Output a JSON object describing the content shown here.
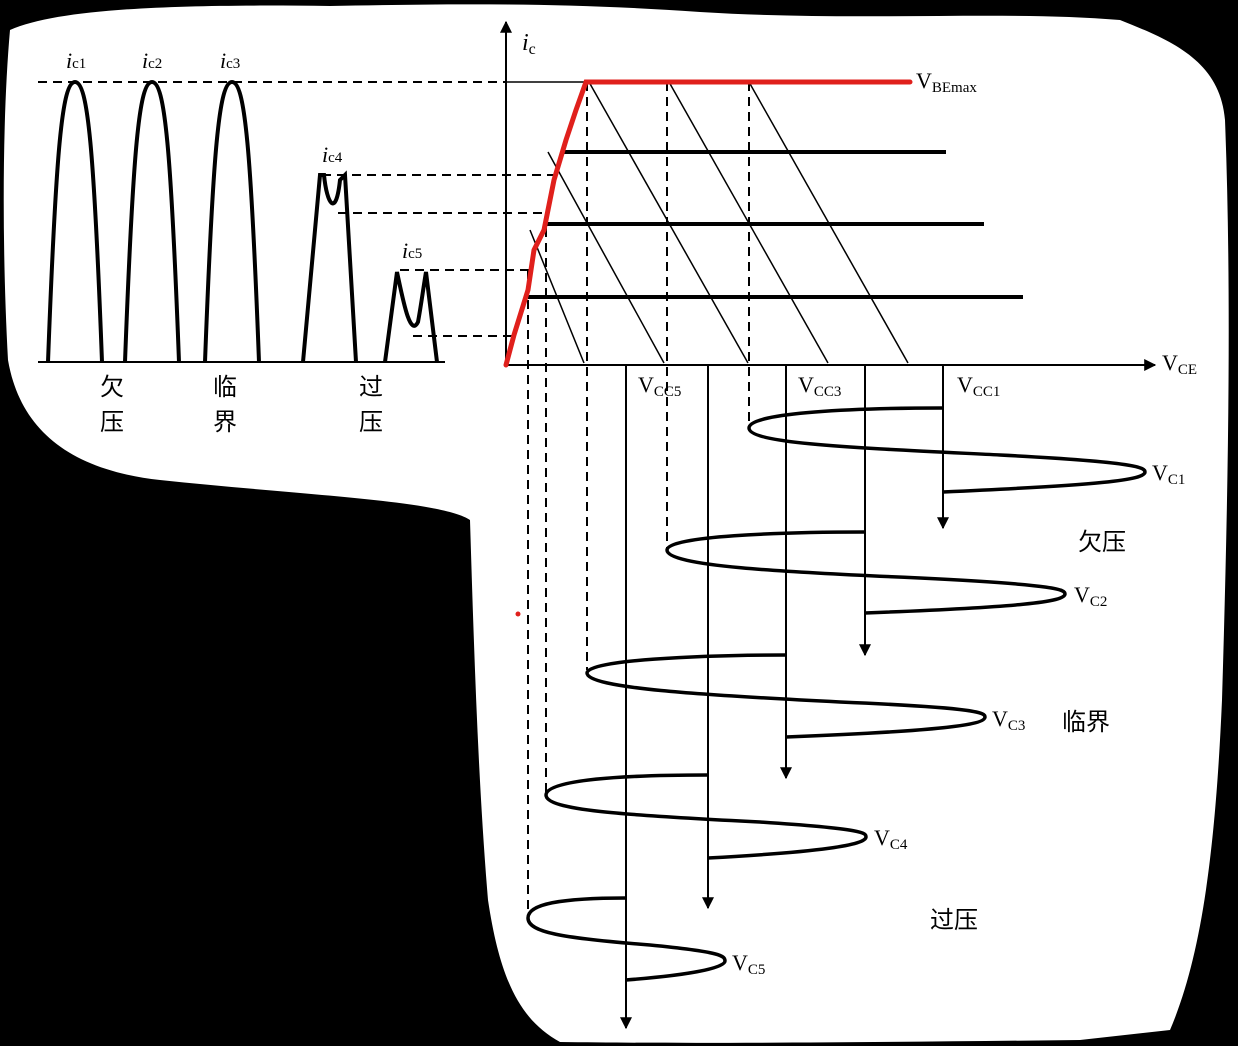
{
  "axes": {
    "y_label_main": "i",
    "y_label_sub": "c",
    "x_label_main": "V",
    "x_label_sub": "CE"
  },
  "saturation_label": {
    "main": "V",
    "sub": "BEmax"
  },
  "pulses": [
    {
      "main": "i",
      "sub": "c1"
    },
    {
      "main": "i",
      "sub": "c2"
    },
    {
      "main": "i",
      "sub": "c3"
    },
    {
      "main": "i",
      "sub": "c4"
    },
    {
      "main": "i",
      "sub": "c5"
    }
  ],
  "pulse_regions": {
    "underdriven": [
      "欠",
      "压"
    ],
    "critical": [
      "临",
      "界"
    ],
    "overdriven": [
      "过",
      "压"
    ]
  },
  "supply_labels": [
    {
      "main": "V",
      "sub": "CC5"
    },
    {
      "main": "V",
      "sub": "CC3"
    },
    {
      "main": "V",
      "sub": "CC1"
    }
  ],
  "waveforms": [
    {
      "main": "V",
      "sub": "C1"
    },
    {
      "main": "V",
      "sub": "C2"
    },
    {
      "main": "V",
      "sub": "C3"
    },
    {
      "main": "V",
      "sub": "C4"
    },
    {
      "main": "V",
      "sub": "C5"
    }
  ],
  "regions": {
    "underdriven": "欠压",
    "critical": "临界",
    "overdriven": "过压"
  },
  "colors": {
    "background": "#000000",
    "paper": "#ffffff",
    "ink": "#000000",
    "saturation_line": "#e0201c"
  }
}
